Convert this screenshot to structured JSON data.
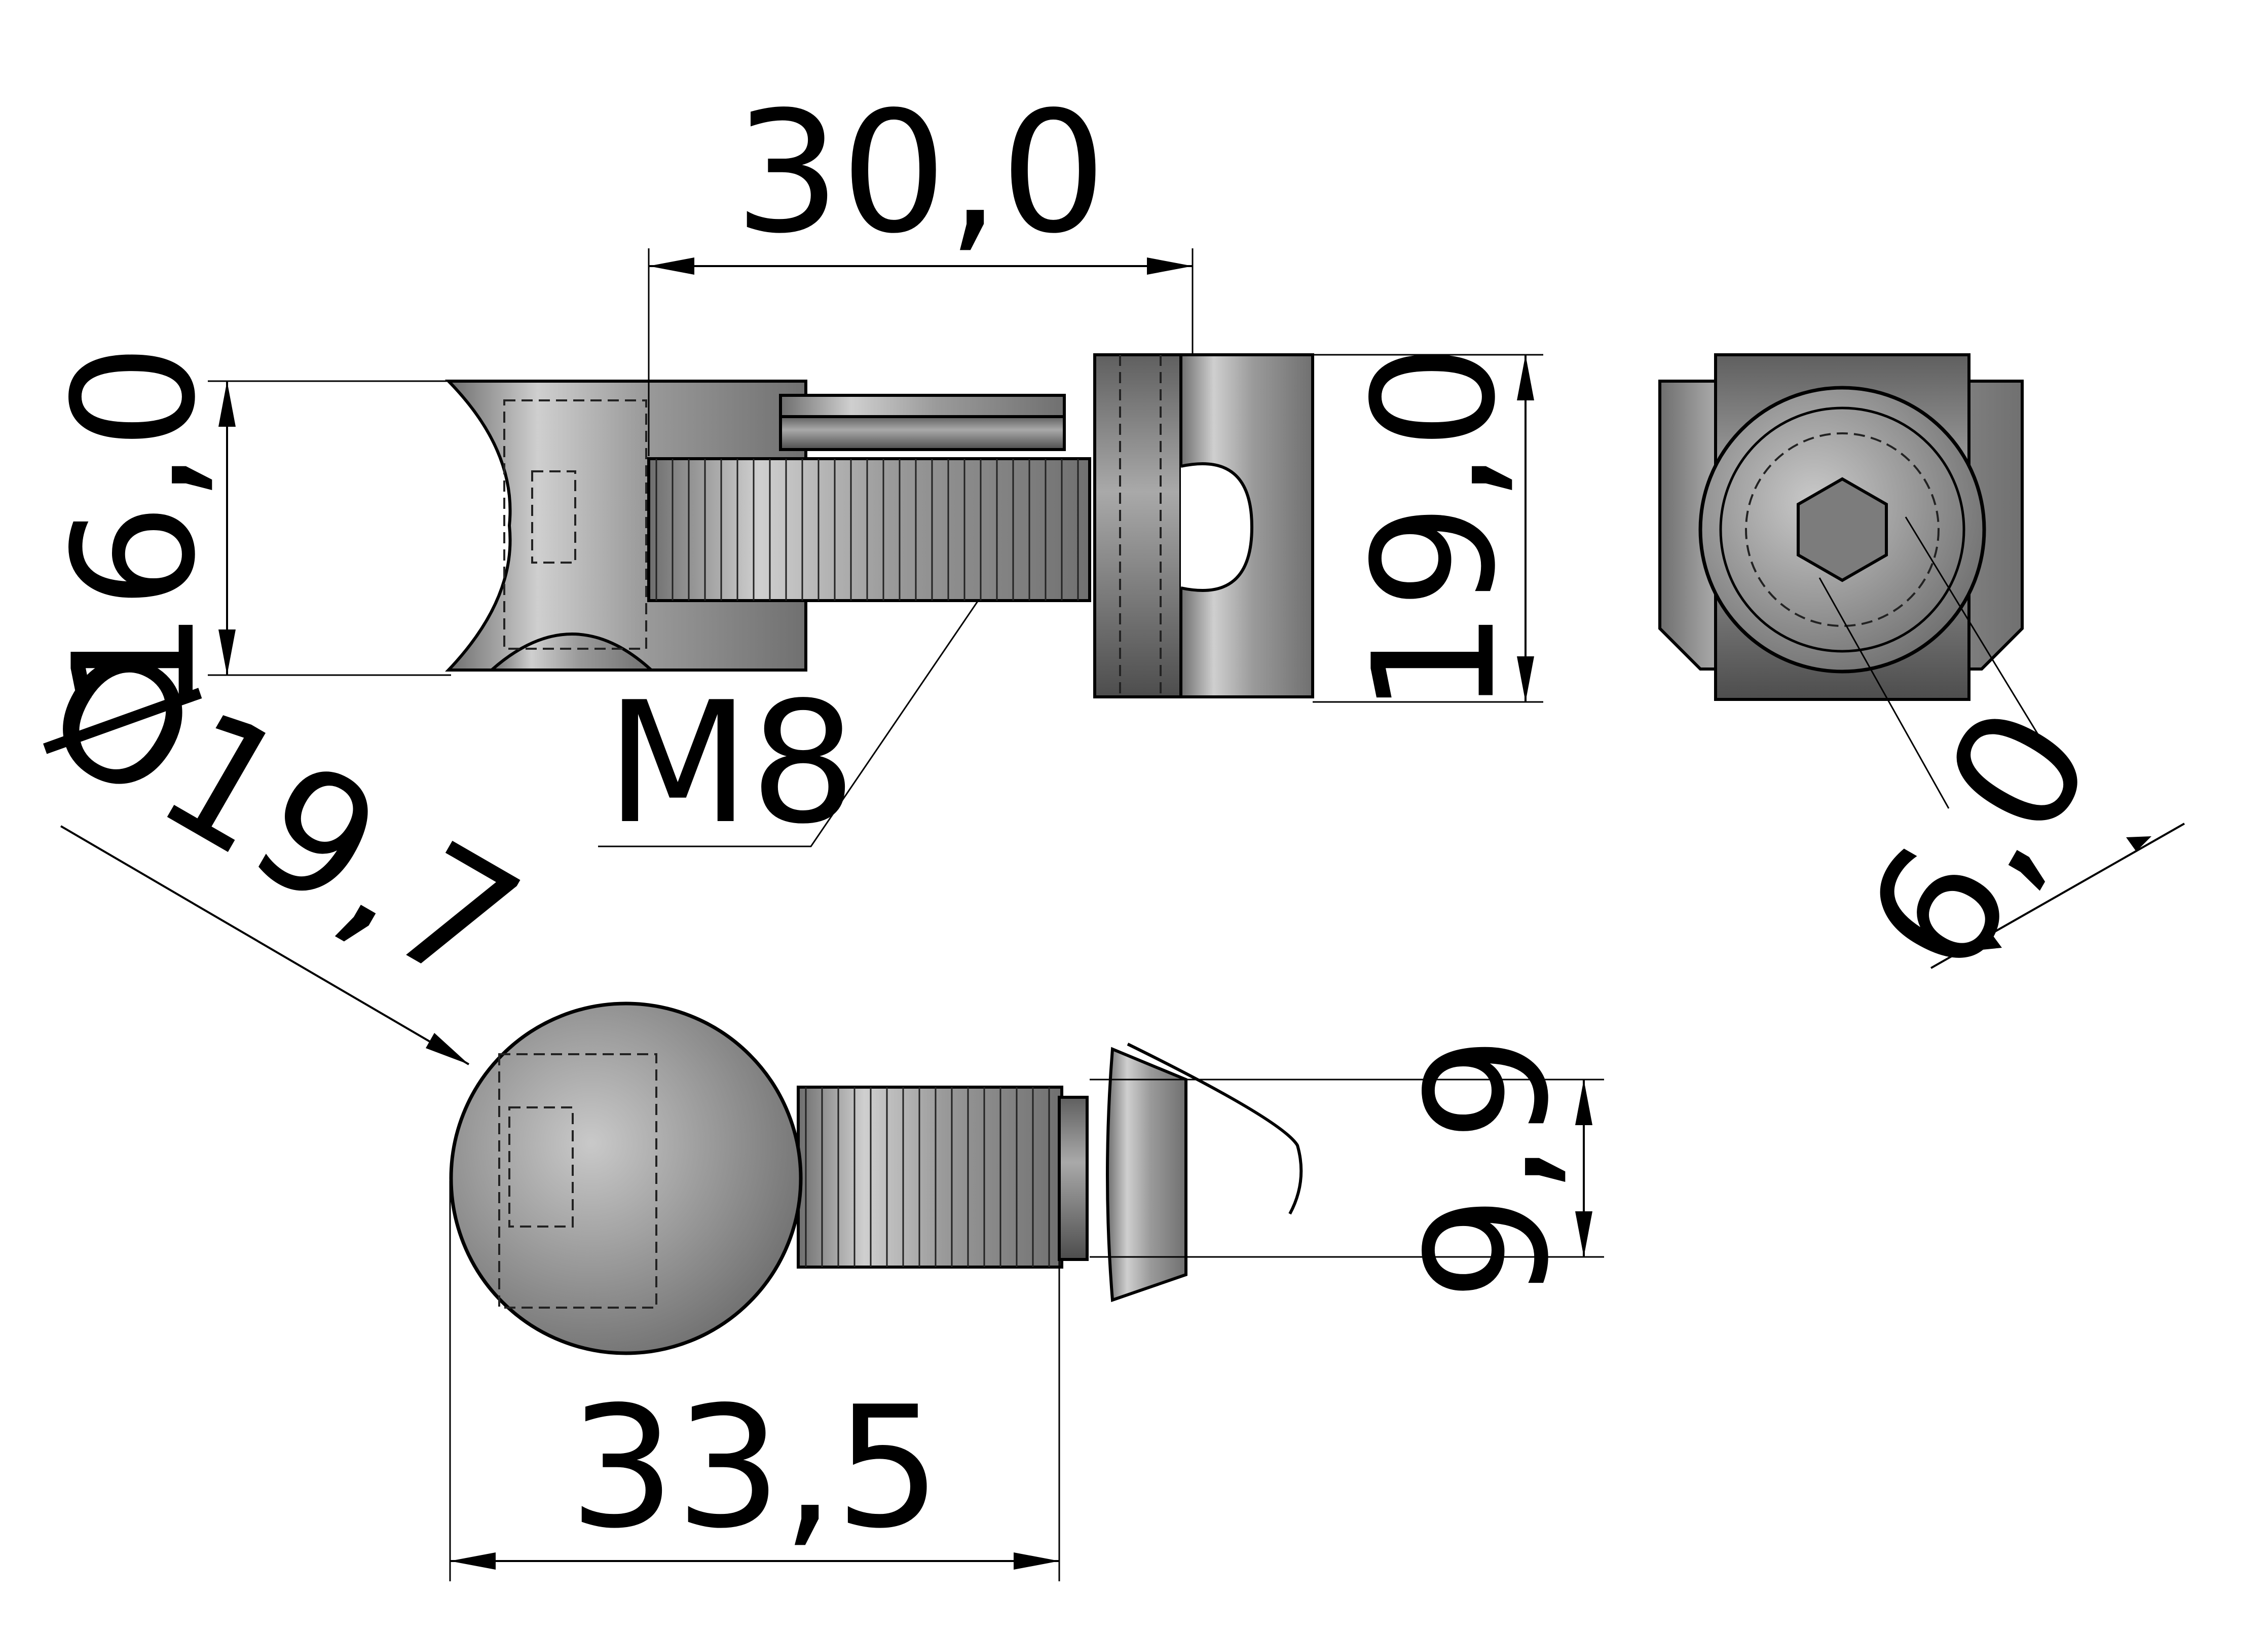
{
  "drawing": {
    "dimensions": {
      "top_width": "30,0",
      "left_height": "16,0",
      "right_height": "19,0",
      "thread": "M8",
      "diameter": "Ø19,7",
      "hex": "6,0",
      "bottom_height": "9,9",
      "bottom_length": "33,5"
    },
    "colors": {
      "metal_light": "#d0d0d0",
      "metal_mid": "#8f8f8f",
      "metal_dark": "#5a5a5a",
      "line": "#000000"
    }
  }
}
